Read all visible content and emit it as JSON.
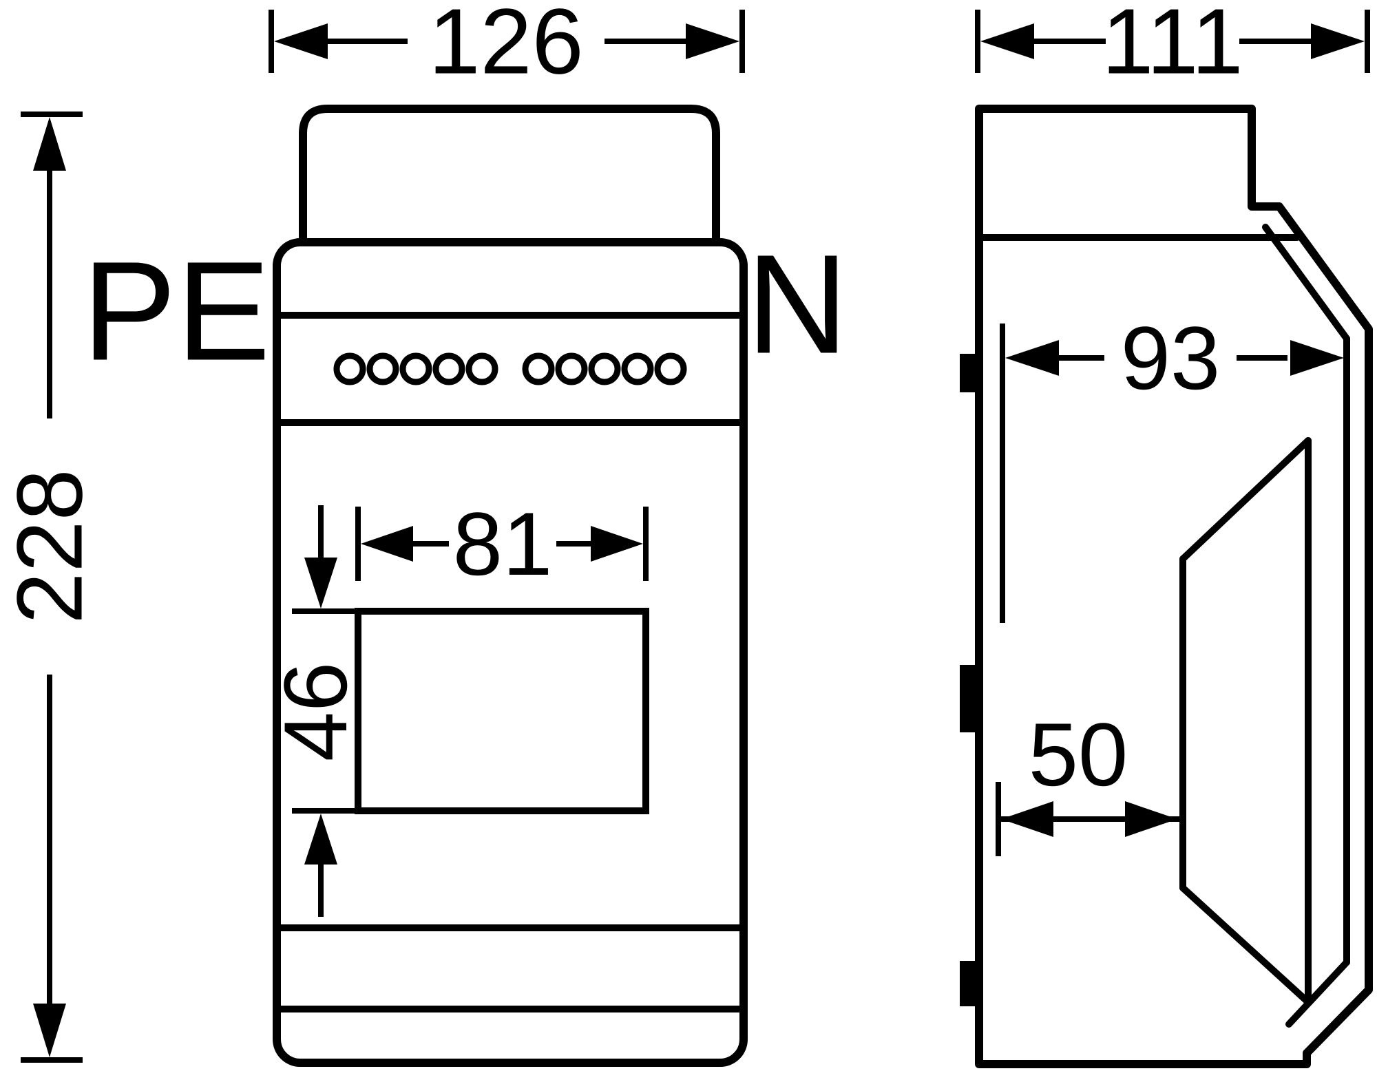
{
  "colors": {
    "line": "#000000",
    "background": "#ffffff"
  },
  "front_view": {
    "terminal_labels": {
      "left": "PE",
      "right": "N"
    },
    "dims": {
      "width": "126",
      "height": "228",
      "cutout_width": "81",
      "cutout_height": "46"
    }
  },
  "side_view": {
    "dims": {
      "depth": "111",
      "inner_depth": "93",
      "cover_depth": "50"
    }
  }
}
